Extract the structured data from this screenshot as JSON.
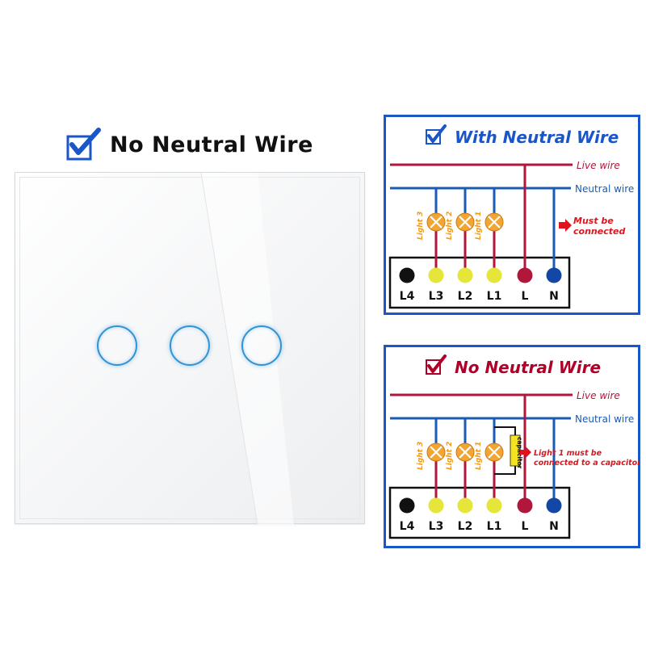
{
  "product": {
    "title": "No Neutral Wire",
    "check_icon": "blue-checkmark-icon",
    "buttons": [
      {
        "name": "touch-button-1"
      },
      {
        "name": "touch-button-2"
      },
      {
        "name": "touch-button-3"
      }
    ],
    "colors": {
      "button_ring": "#2f93d6",
      "panel": "#f3f4f5",
      "check": "#1a56c7"
    }
  },
  "diagrams": [
    {
      "title": "With Neutral Wire",
      "title_color": "#1a56c7",
      "border_color": "#1a56c7",
      "check_color": "#1a56c7",
      "live_label": "Live wire",
      "neutral_label": "Neutral wire",
      "lights": [
        "Light 3",
        "Light 2",
        "Light 1"
      ],
      "terminals": [
        "L4",
        "L3",
        "L2",
        "L1",
        "L",
        "N"
      ],
      "note_lines": [
        "Must be",
        "connected"
      ],
      "capacitor_label": ""
    },
    {
      "title": "No Neutral Wire",
      "title_color": "#b0002a",
      "border_color": "#1a56c7",
      "check_color": "#b0002a",
      "live_label": "Live wire",
      "neutral_label": "Neutral wire",
      "lights": [
        "Light 3",
        "Light 2",
        "Light 1"
      ],
      "terminals": [
        "L4",
        "L3",
        "L2",
        "L1",
        "L",
        "N"
      ],
      "note_lines": [
        "Light 1 must be",
        "connected to a capacitor"
      ],
      "capacitor_label": "capacitor"
    }
  ],
  "colors": {
    "live": "#b0173a",
    "neutral": "#1a5bb3",
    "terminal_black": "#111111",
    "terminal_yellow": "#e6e63a",
    "terminal_live": "#b0173a",
    "terminal_neutral": "#1347a6",
    "lamp": "#f2a532",
    "light_label": "#f09a1c",
    "note": "#e0141c",
    "arrow": "#e0141c"
  }
}
